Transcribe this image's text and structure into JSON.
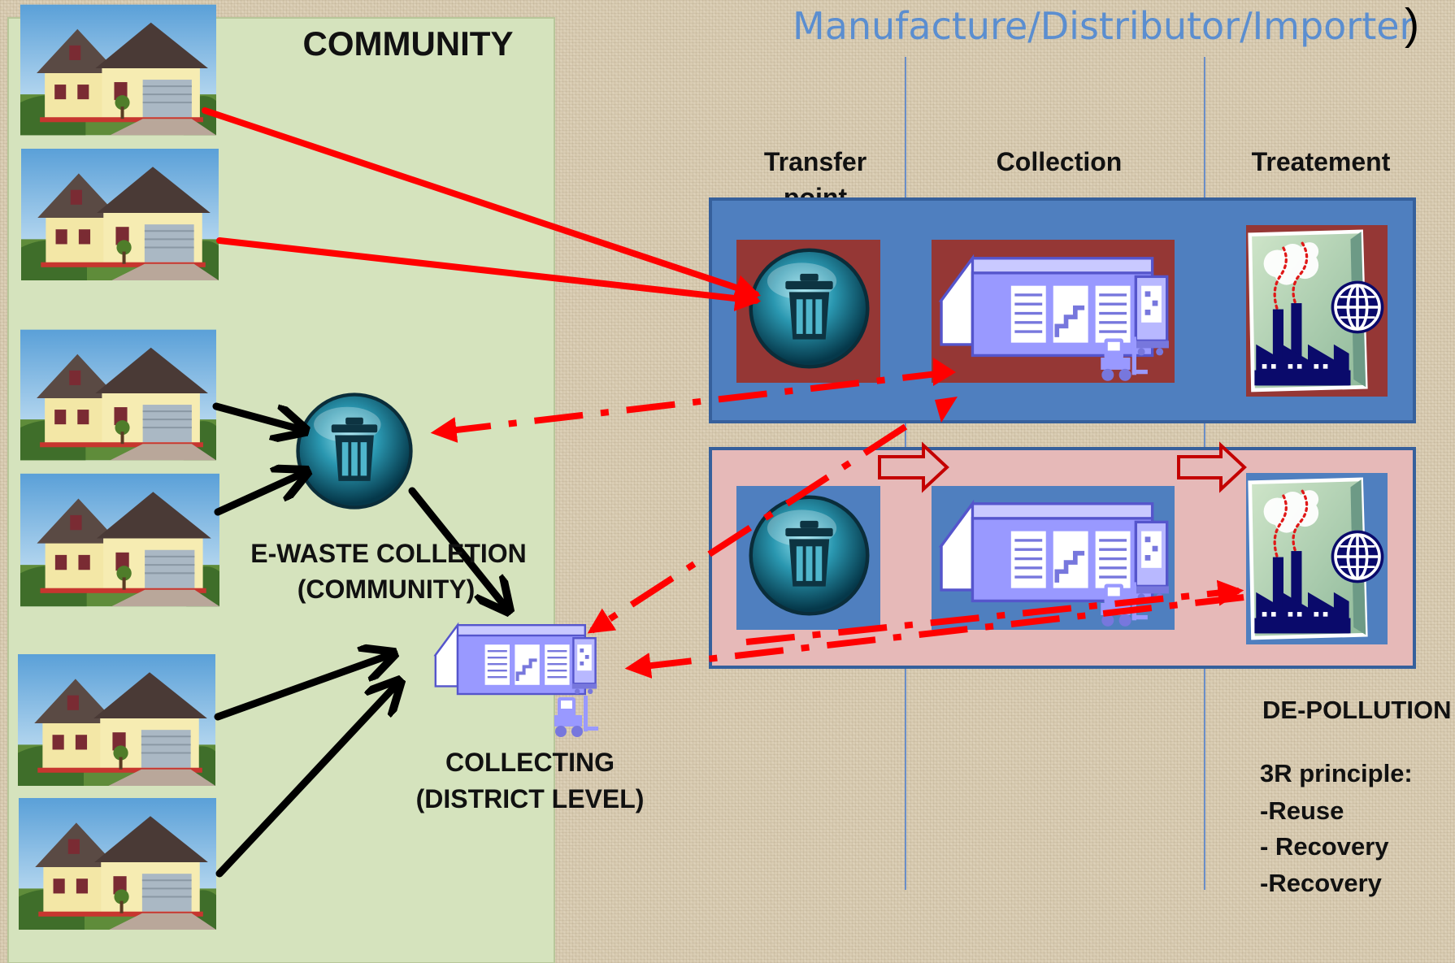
{
  "header": {
    "title": "Manufacture/Distributor/Importer",
    "close_paren": ")"
  },
  "community": {
    "title": "COMMUNITY",
    "house_count": 6,
    "collection_label_1": "E-WASTE COLLETION",
    "collection_label_2": "(COMMUNITY)",
    "collecting_label_1": "COLLECTING",
    "collecting_label_2": "(DISTRICT LEVEL)"
  },
  "columns": {
    "transfer_1": "Transfer",
    "transfer_2": "point",
    "collection": "Collection",
    "treatment": "Treatement"
  },
  "depollution": {
    "title": "DE-POLLUTION",
    "principle": "3R principle:",
    "items": [
      "-Reuse",
      "- Recovery",
      "-Recovery"
    ]
  },
  "colors": {
    "community_panel": "#d5e3bd",
    "blue_box": "#4f7fbf",
    "pink_box": "#e6b9b8",
    "dark_red": "#953735",
    "flow_red": "#ff0000",
    "flow_black": "#000000",
    "warehouse": "#9999ff",
    "factory": "#0a0a6b"
  },
  "icons": [
    "house-icon",
    "trash-bin-icon",
    "warehouse-icon",
    "forklift-icon",
    "factory-icon",
    "globe-icon",
    "block-arrow-icon"
  ]
}
